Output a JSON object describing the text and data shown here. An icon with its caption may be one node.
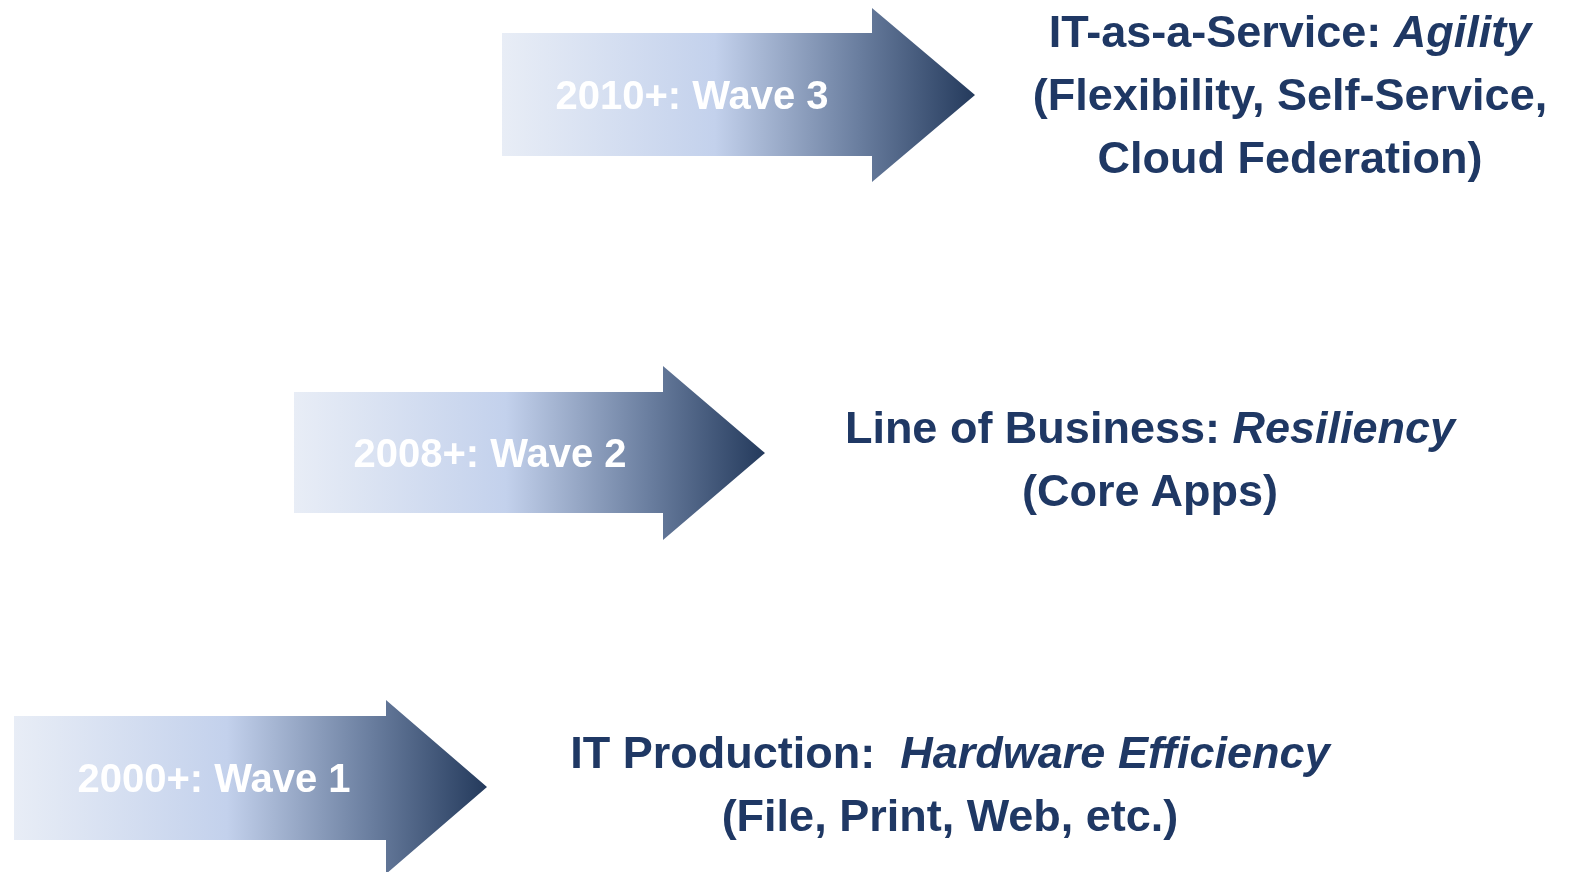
{
  "diagram": {
    "nodes": [
      {
        "text": [
          "2010+: Wave 3"
        ],
        "beside": [
          "IT-as-a-Service: *Agility*",
          "(Flexibility, Self-Service, Cloud Federation)"
        ]
      },
      {
        "text": [
          "2008+: Wave 2"
        ],
        "beside": [
          "Line of Business: *Resiliency*",
          "(Core Apps)"
        ]
      },
      {
        "text": [
          "2000+: Wave 1"
        ],
        "beside": [
          "IT Production:  *Hardware Efficiency*",
          "(File, Print, Web, etc.)"
        ]
      }
    ],
    "edges": []
  }
}
